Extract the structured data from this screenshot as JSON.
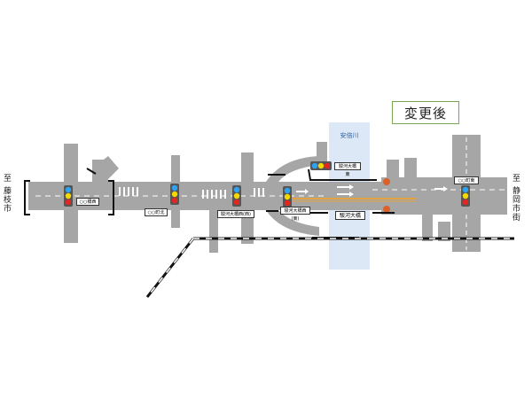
{
  "status_label": "変更後",
  "river_name": "安倍川",
  "left_direction": "至 藤枝市",
  "right_direction": "至 静岡市街",
  "bridge_name": "駿河大橋",
  "signals": [
    {
      "name": "signal-1",
      "label": "○○橋西"
    },
    {
      "name": "signal-2",
      "label": "○○町北"
    },
    {
      "name": "signal-3",
      "label": "駿河大橋西(西)"
    },
    {
      "name": "signal-4",
      "label": "駿河大橋西(東)"
    },
    {
      "name": "signal-5",
      "label": "駿河大橋東"
    },
    {
      "name": "signal-6",
      "label": "○○町東"
    }
  ],
  "colors": {
    "road": "#a6a6a6",
    "road_dark": "#8c8c8c",
    "river": "#dce8f5",
    "median": "#e6a23c",
    "arrow": "#ffffff",
    "signal_blue": "#2ea3f2",
    "signal_yellow": "#f5d800",
    "signal_red": "#e52620",
    "cone": "#d9622b",
    "frame_green": "#7aa851"
  }
}
